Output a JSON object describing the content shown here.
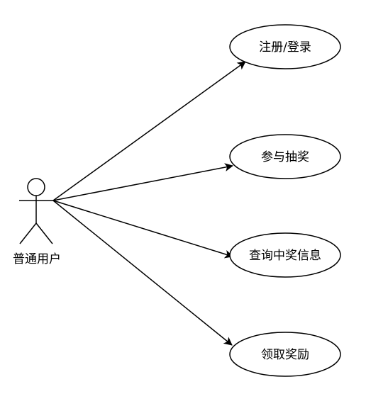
{
  "actor": {
    "label": "普通用户"
  },
  "use_cases": [
    {
      "id": "register-login",
      "label": "注册/登录"
    },
    {
      "id": "join-lottery",
      "label": "参与抽奖"
    },
    {
      "id": "query-winning-info",
      "label": "查询中奖信息"
    },
    {
      "id": "claim-reward",
      "label": "领取奖励"
    }
  ],
  "colors": {
    "stroke": "#000000",
    "background": "#ffffff"
  }
}
